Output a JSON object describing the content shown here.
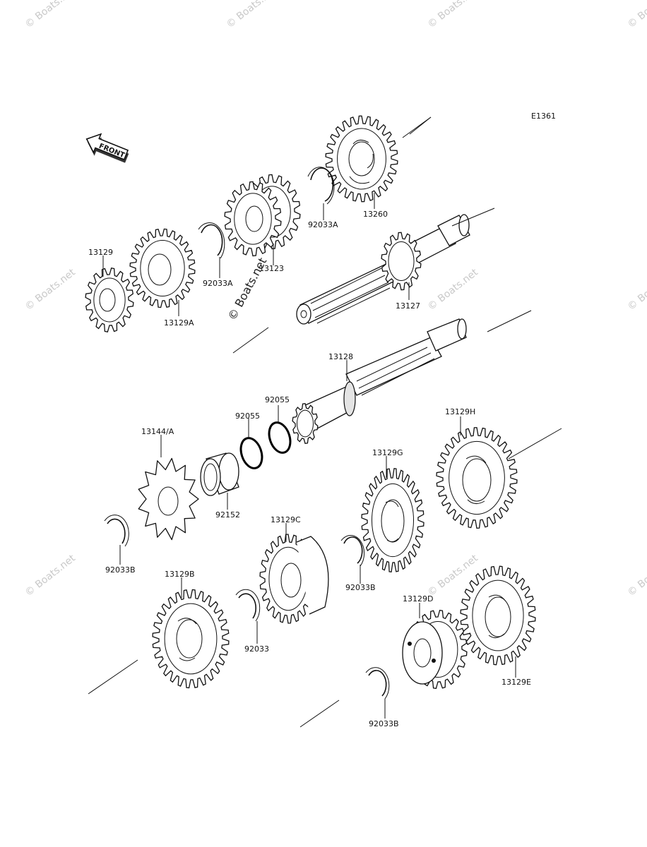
{
  "diagram_code": "E1361",
  "front_label": "FRONT",
  "watermark_text": "© Boats.net",
  "center_watermark": "© Boats.net",
  "labels": {
    "p13129": "13129",
    "p13129A": "13129A",
    "p92033A_1": "92033A",
    "p13123": "13123",
    "p92033A_2": "92033A",
    "p13260": "13260",
    "p13127": "13127",
    "p13128": "13128",
    "p92055_1": "92055",
    "p92055_2": "92055",
    "p13144": "13144/A",
    "p92152": "92152",
    "p13129H": "13129H",
    "p13129G": "13129G",
    "p13129C": "13129C",
    "p92033B_1": "92033B",
    "p92033B_2": "92033B",
    "p13129B": "13129B",
    "p92033": "92033",
    "p13129D": "13129D",
    "p13129E": "13129E",
    "p92033B_3": "92033B"
  },
  "colors": {
    "line": "#111111",
    "watermark": "#c9c9c9",
    "background": "#ffffff"
  }
}
